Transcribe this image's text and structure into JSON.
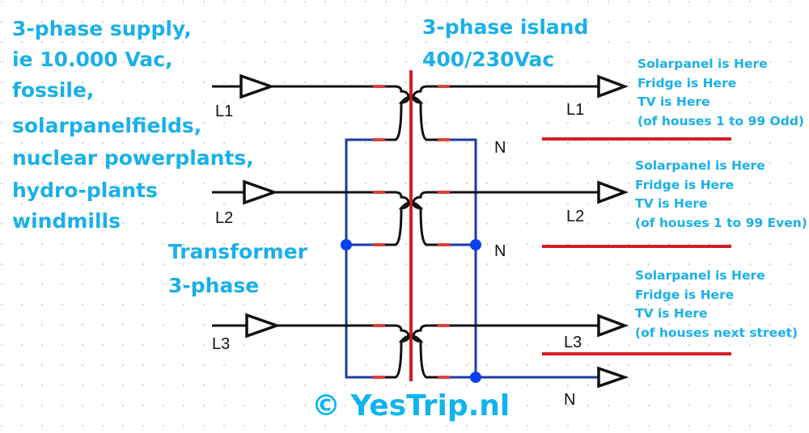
{
  "supply_text": {
    "lines": [
      "3-phase supply,",
      "ie 10.000 Vac,",
      "fossile,",
      "solarpanelfields,",
      "nuclear powerplants,",
      "hydro-plants",
      "windmills"
    ]
  },
  "island_text": {
    "lines": [
      "3-phase island",
      "400/230Vac"
    ]
  },
  "transformer_text": {
    "lines": [
      "Transformer",
      "3-phase"
    ]
  },
  "input_labels": [
    "L1",
    "L2",
    "L3"
  ],
  "output_labels": {
    "phases": [
      "L1",
      "L2",
      "L3"
    ],
    "neutrals": [
      "N",
      "N",
      "N"
    ]
  },
  "load_groups": [
    {
      "lines": [
        "Solarpanel is Here",
        "Fridge is Here",
        "TV is Here",
        "(of houses 1 to 99 Odd)"
      ]
    },
    {
      "lines": [
        "Solarpanel is Here",
        "Fridge is Here",
        "TV is Here",
        "(of houses 1 to 99 Even)"
      ]
    },
    {
      "lines": [
        "Solarpanel is Here",
        "Fridge is Here",
        "TV is Here",
        "(of houses next street)"
      ]
    }
  ],
  "copyright": "© YesTrip.nl",
  "colors": {
    "text_blue": "#1ab0e8",
    "core_red": "#d11f26",
    "neutral_blue": "#1e3aa6",
    "junction_blue": "#0b3ff2"
  }
}
